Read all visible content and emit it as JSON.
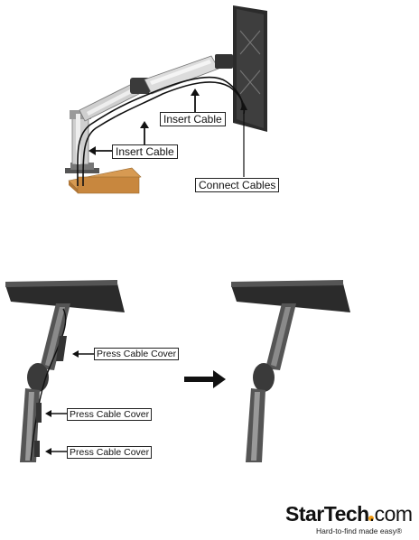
{
  "top_figure": {
    "labels": {
      "insert_cable_upper": "Insert Cable",
      "insert_cable_lower": "Insert Cable",
      "connect_cables": "Connect Cables"
    }
  },
  "bottom_figure": {
    "labels": {
      "press_cable_cover_1": "Press Cable Cover",
      "press_cable_cover_2": "Press Cable Cover",
      "press_cable_cover_3": "Press Cable Cover"
    }
  },
  "branding": {
    "brand_main": "StarTech",
    "brand_suffix": ".com",
    "tagline": "Hard-to-find made easy®"
  },
  "colors": {
    "desk_wood": "#c8873e",
    "arm_silver": "#d8d8d8",
    "arm_dark": "#3a3a3a",
    "monitor": "#2b2b2b",
    "brand_dot": "#f39c12"
  }
}
